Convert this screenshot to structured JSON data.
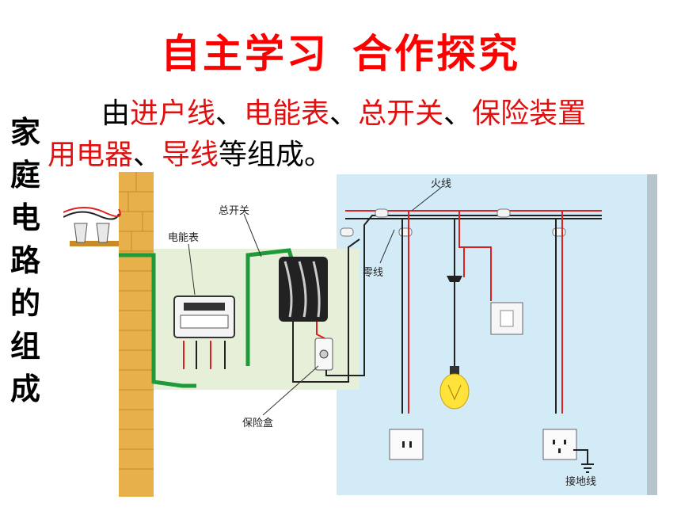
{
  "title": {
    "part1": "自主学习",
    "part2": "合作探究"
  },
  "side_label": [
    "家",
    "庭",
    "电",
    "路",
    "的",
    "组",
    "成"
  ],
  "description": {
    "prefix": "由",
    "items": [
      "进户线",
      "电能表",
      "总开关",
      "保险装置",
      "用电器",
      "导线"
    ],
    "separator": "、",
    "suffix": "等组成。"
  },
  "diagram_labels": {
    "meter": "电能表",
    "main_switch": "总开关",
    "live_wire": "火线",
    "neutral_wire": "零线",
    "fuse_box": "保险盒",
    "ground_wire": "接地线"
  },
  "colors": {
    "title": "#ff0000",
    "highlight": "#e01010",
    "room_bg": "#d3ebf7",
    "box_bg": "#e6f0d8",
    "live": "#e02020",
    "neutral": "#222222",
    "service_cable": "#1e9a3a",
    "brick": "#e8b04a"
  },
  "icons": [
    "insulator-icon",
    "meter-icon",
    "switch-icon",
    "fuse-icon",
    "lamp-icon",
    "wall-switch-icon",
    "socket-icon",
    "ground-icon"
  ]
}
